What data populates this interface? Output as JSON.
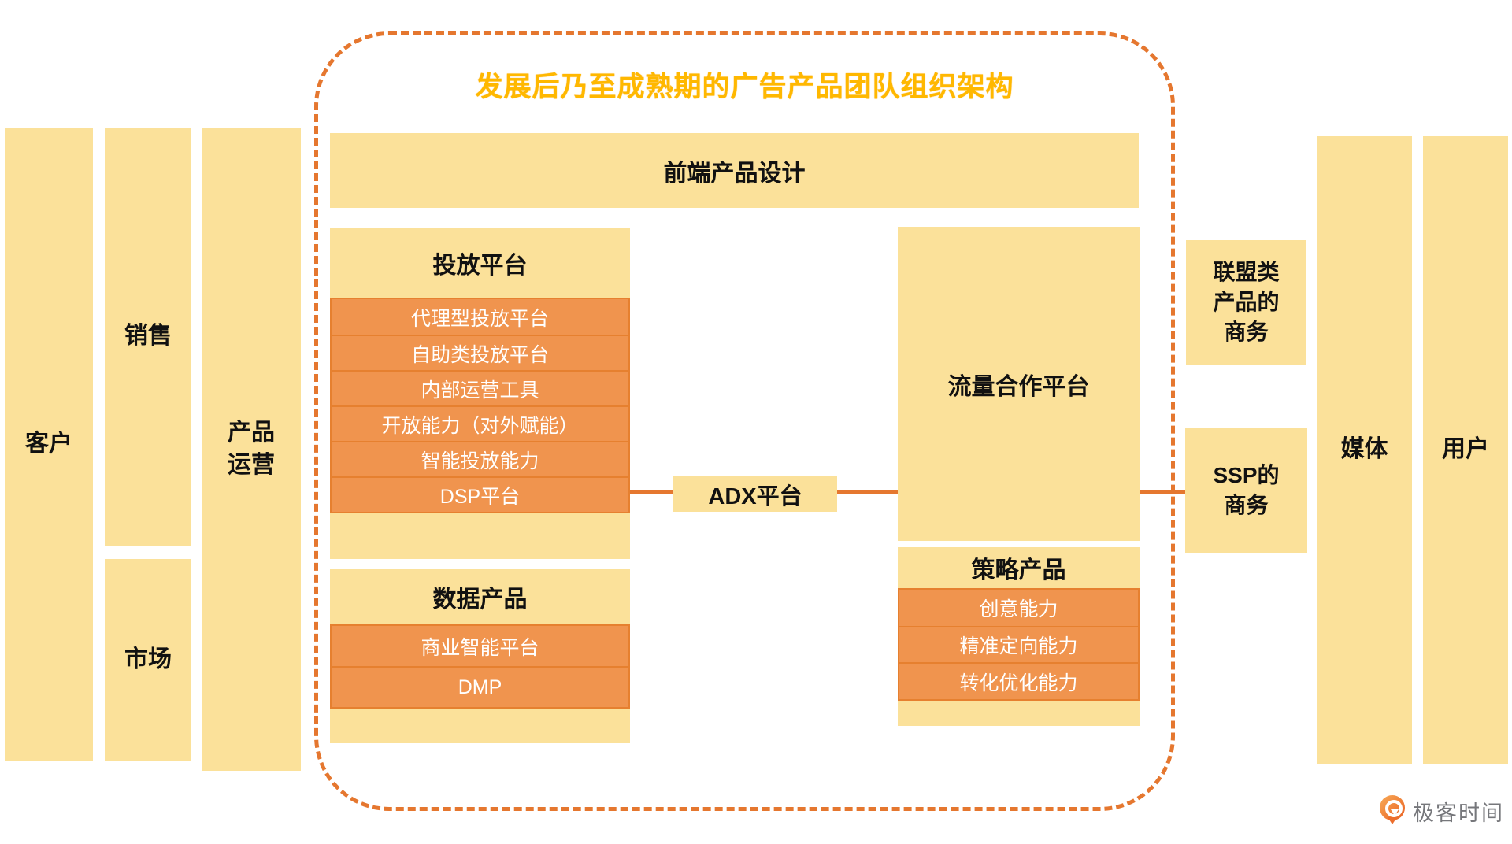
{
  "diagram": {
    "title": "发展后乃至成熟期的广告产品团队组织架构",
    "left_columns": {
      "customer": "客户",
      "sales": "销售",
      "market": "市场",
      "product_ops": "产品\n运营"
    },
    "front_bar": "前端产品设计",
    "delivery": {
      "header": "投放平台",
      "rows": [
        "代理型投放平台",
        "自助类投放平台",
        "内部运营工具",
        "开放能力（对外赋能）",
        "智能投放能力",
        "DSP平台"
      ]
    },
    "data_product": {
      "header": "数据产品",
      "rows": [
        "商业智能平台",
        "DMP"
      ]
    },
    "adx": "ADX平台",
    "traffic": "流量合作平台",
    "strategy": {
      "header": "策略产品",
      "rows": [
        "创意能力",
        "精准定向能力",
        "转化优化能力"
      ]
    },
    "right_boxes": {
      "alliance": "联盟类\n产品的\n商务",
      "ssp": "SSP的\n商务"
    },
    "right_columns": {
      "media": "媒体",
      "user": "用户"
    },
    "logo_text": "极客时间",
    "colors": {
      "block_yellow": "#FBE19A",
      "row_orange": "#F0944E",
      "line_orange": "#E5772F",
      "title_gold": "#FFB800",
      "row_text": "#FFFFFF",
      "label_text": "#111111",
      "logo_gray": "#76777B"
    }
  }
}
